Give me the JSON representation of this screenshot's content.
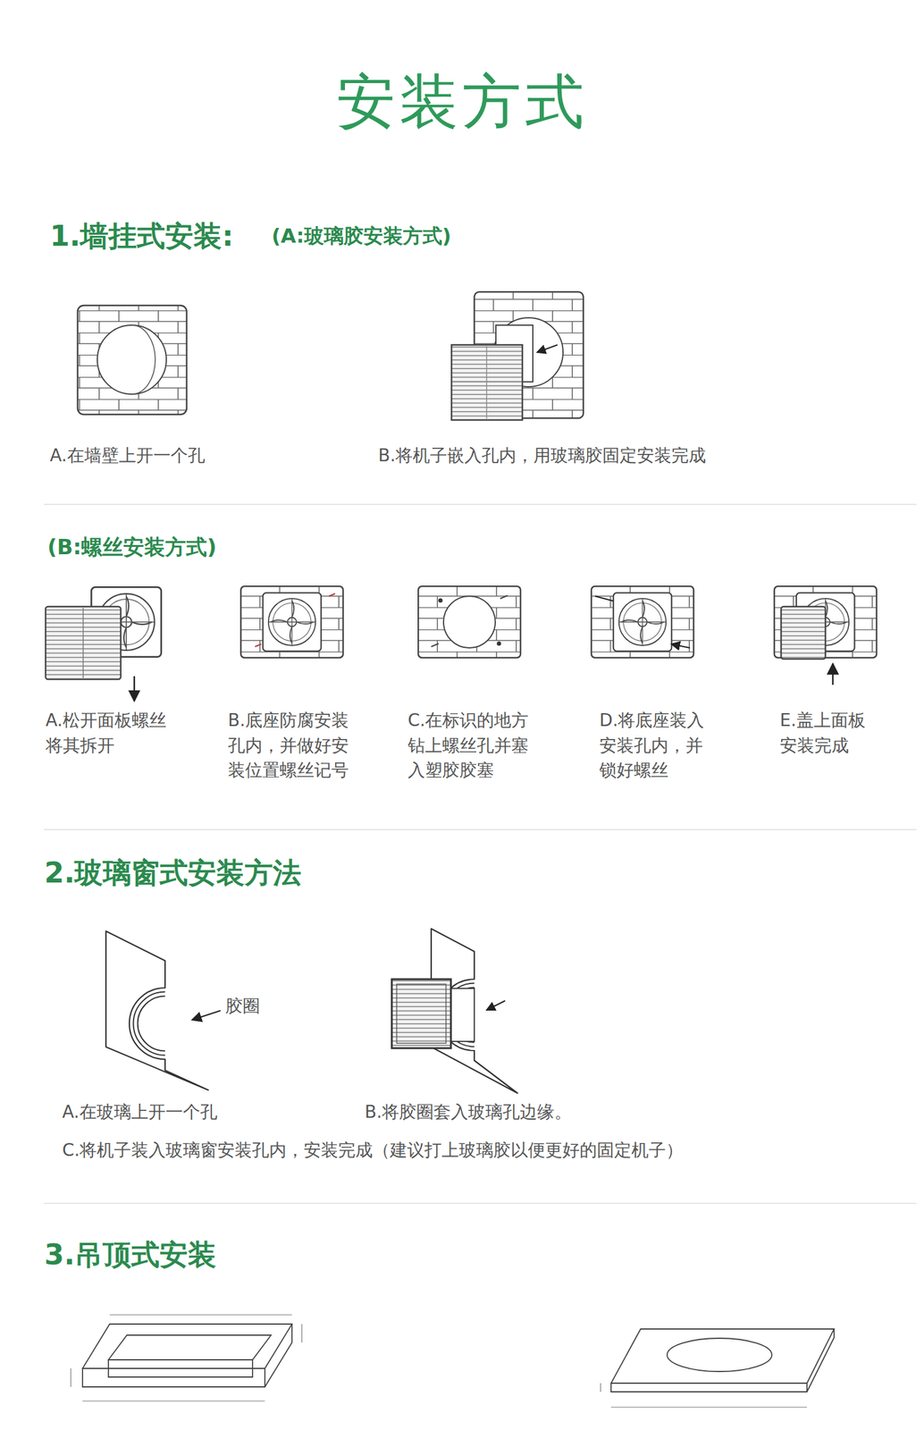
{
  "diagram": {
    "title": "安装方式",
    "labels": [
      "1.墙挂式安装:",
      "(A:玻璃胶安装方式)",
      "A.在墙壁上开一个孔",
      "B.将机子嵌入孔内，用玻璃胶固定安装完成",
      "(B:螺丝安装方式)",
      "A.松开面板螺丝将其拆开",
      "B.底座防腐安装孔内，并做好安装位置螺丝记号",
      "C.在标识的地方钻上螺丝孔并塞入塑胶胶塞",
      "D.将底座装入安装孔内，并锁好螺丝",
      "E.盖上面板安装完成",
      "2.玻璃窗式安装方法",
      "胶圈",
      "A.在玻璃上开一个孔",
      "B.将胶圈套入玻璃孔边缘。",
      "C.将机子装入玻璃窗安装孔内，安装完成（建议打上玻璃胶以便更好的固定机子）",
      "3.吊顶式安装"
    ]
  }
}
